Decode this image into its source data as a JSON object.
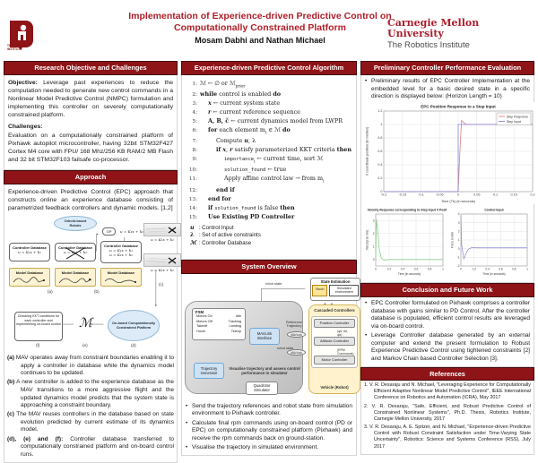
{
  "colors": {
    "bar": "#8e1418",
    "title": "#b01e28",
    "cmu": "#ac1e2d",
    "step_response": "#e08080",
    "step_input": "#8585d6",
    "velocity": "#8fce8f",
    "control": "#9595da"
  },
  "header": {
    "title_line1": "Implementation of Experience-driven Predictive Control on",
    "title_line2": "Computationally Constrained Platform",
    "authors": "Mosam Dabhi and Nathan Michael",
    "university": "Carnegie Mellon University",
    "institute": "The Robotics Institute",
    "logo_text": "THE ROBOTICS INSTITUTE"
  },
  "left": {
    "section1_title": "Research Objective and Challenges",
    "objective_label": "Objective:",
    "objective_text": "Leverage past experiences to reduce the computation needed to generate new control commands in a Nonlinear Model Predictive Control (NMPC) formulation and implementing this controller on severely computationally constrained platform.",
    "challenges_label": "Challenges:",
    "challenges_text": "Evaluation on a computationally constrained platform of Pixhawk autopilot microcontroller, having 32bit STM32F427 Cortex M4 core with FPU/ 168 Mhz/256 KB RAM/2 MB Flash and 32 bit STM32F103 failsafe co-processor.",
    "section2_title": "Approach",
    "approach_intro": "Experience-driven Predictive Control (EPC) approach that constructs online an experience database consisting of parametrized feedback controllers and dynamic models. [1,2]",
    "diagram": {
      "cloud_top": "Odroid-based Robots",
      "gp": "GP",
      "gp_eq": "u = K₂x + k₂",
      "controller_db": "Controller Database",
      "model_db": "Model Database",
      "eq_k1": "u = K₁x + k₁",
      "eq_k2": "u = K₂x + k₂",
      "eq_pair_1": "u = K₁x + k₁",
      "eq_pair_2": "u = K₂x + k₂",
      "kkt_text": "Checking KKT conditions for each controller and implementing on-board control",
      "m_symbol": "ℳ",
      "cloud_bottom": "On-board Computationally Constrained Platform",
      "label_a": "(a)",
      "label_b": "(b)",
      "label_c": "(c)",
      "label_d": "(d)",
      "label_e": "(e)",
      "label_f": "(f)"
    },
    "items": [
      {
        "label": "(a)",
        "text": "MAV operates away from constraint boundaries enabling it to apply a controller in database while the dynamics model continues to be updated."
      },
      {
        "label": "(b)",
        "text": "A new controller is added to the experience database as the MAV transitions to a more aggressive flight and the updated dynamics model predicts that the system state is approaching a constraint boundary."
      },
      {
        "label": "(c)",
        "text": "The MAV reuses controllers in the database based on state evolution predicted by current estimate of its dynamics model."
      },
      {
        "label": "(d), (e) and (f):",
        "text": "Controller database transferred to computationally constrained platform and on-board control runs."
      }
    ]
  },
  "middle": {
    "algo_title": "Experience-driven Predictive Control Algorithm",
    "algorithm": [
      {
        "num": "1:",
        "indent": 0,
        "parts": [
          {
            "t": "ℳ ← ∅ or ℳ"
          },
          {
            "t": "prior",
            "s": "sub"
          }
        ]
      },
      {
        "num": "2:",
        "indent": 0,
        "parts": [
          {
            "t": "while",
            "s": "b"
          },
          {
            "t": " control is enabled "
          },
          {
            "t": "do",
            "s": "b"
          }
        ]
      },
      {
        "num": "3:",
        "indent": 1,
        "parts": [
          {
            "t": "x",
            "s": "bi"
          },
          {
            "t": " ← current system state"
          }
        ]
      },
      {
        "num": "4:",
        "indent": 1,
        "parts": [
          {
            "t": "r",
            "s": "bi"
          },
          {
            "t": " ← current reference sequence"
          }
        ]
      },
      {
        "num": "5:",
        "indent": 1,
        "parts": [
          {
            "t": "A, B, c̃",
            "s": "b"
          },
          {
            "t": " ← current dynamics model from LWPR"
          }
        ]
      },
      {
        "num": "6:",
        "indent": 1,
        "parts": [
          {
            "t": "for",
            "s": "b"
          },
          {
            "t": " each element m"
          },
          {
            "t": "i",
            "s": "sub"
          },
          {
            "t": " ∈ ℳ "
          },
          {
            "t": "do",
            "s": "b"
          }
        ]
      },
      {
        "num": "7:",
        "indent": 2,
        "parts": [
          {
            "t": "Compute "
          },
          {
            "t": "u",
            "s": "bi"
          },
          {
            "t": ", λ"
          }
        ]
      },
      {
        "num": "8:",
        "indent": 2,
        "parts": [
          {
            "t": "if",
            "s": "b"
          },
          {
            "t": " "
          },
          {
            "t": "x",
            "s": "bi"
          },
          {
            "t": ", "
          },
          {
            "t": "r",
            "s": "bi"
          },
          {
            "t": " satisfy parameterized KKT criteria "
          },
          {
            "t": "then",
            "s": "b"
          }
        ]
      },
      {
        "num": "9:",
        "indent": 3,
        "parts": [
          {
            "t": "importance",
            "s": "tt"
          },
          {
            "t": "i",
            "s": "sub"
          },
          {
            "t": " ← current time, sort ℳ"
          }
        ]
      },
      {
        "num": "10:",
        "indent": 3,
        "parts": [
          {
            "t": "solution_found",
            "s": "tt"
          },
          {
            "t": " ← true"
          }
        ]
      },
      {
        "num": "11:",
        "indent": 3,
        "parts": [
          {
            "t": "Apply affine control law → from m"
          },
          {
            "t": "i",
            "s": "sub"
          }
        ]
      },
      {
        "num": "12:",
        "indent": 2,
        "parts": [
          {
            "t": "end if",
            "s": "b"
          }
        ]
      },
      {
        "num": "13:",
        "indent": 1,
        "parts": [
          {
            "t": "end for",
            "s": "b"
          }
        ]
      },
      {
        "num": "14:",
        "indent": 1,
        "parts": [
          {
            "t": "if",
            "s": "b"
          },
          {
            "t": " "
          },
          {
            "t": "solution_found",
            "s": "tt"
          },
          {
            "t": " is false "
          },
          {
            "t": "then",
            "s": "b"
          }
        ]
      },
      {
        "num": "15:",
        "indent": 1,
        "parts": [
          {
            "t": "Use Existing PD Controller",
            "s": "b"
          }
        ]
      }
    ],
    "legend": [
      {
        "sym": "u",
        "text": "Control Input"
      },
      {
        "sym": "λ",
        "text": "Set of active constraints"
      },
      {
        "sym": "ℳ",
        "text": "Controller Database"
      }
    ],
    "overview_title": "System Overview",
    "overview": {
      "fsm_title": "FSM",
      "fsm_states": [
        "Motors On",
        "Idle",
        "Motors Off",
        "Tracking",
        "Takeoff",
        "Landing",
        "Hover",
        "Teleop"
      ],
      "mavlink_interface": "MAVLink Interface",
      "trajectory_generator": "Trajectory Generator",
      "visualise_text": "Visualise trajectory and assess control performance in simulator",
      "quad_sim": "Quadrotor Simulator",
      "state_estimation": "State Estimation",
      "vicon": "Vicon",
      "sim_env": "Simulated environment",
      "cascaded_title": "Cascaded Controllers",
      "position_controller": "Position Controller",
      "attitude_label": "(φd, θd, ψd)",
      "attitude_controller": "Attitude Controller",
      "rpm_label": "(RPM Commands)",
      "motor_controller": "Motor Controller",
      "vehicle": "Vehicle (Robot)",
      "robot_state_1": "robot state",
      "robot_state_2": "robot state",
      "reference_trajectory": "Reference Trajectory",
      "mavlink_oval": "MAVLink"
    },
    "bullets": [
      "Send the trajectory references and robot state from simulation environment to Pixhawk controller.",
      "Calculate final rpm commands using on-board control (PD or EPC) on computationally constrained platform (Pixhawk) and receive the rpm commands back on ground-station.",
      "Visualise the trajectory in simulated environment."
    ]
  },
  "right": {
    "perf_title": "Preliminary Controller Performance Evaluation",
    "perf_bullet": "Preliminary results of EPC Controller Implementation at the embedded level for a basic desired state in a specific direction is displayed below: (Horizon Length = 10)",
    "conclusion_title": "Conclusion and Future Work",
    "conclusion_bullets": [
      "EPC Controller formulated on Pixhawk comprises a controller database with gains similar to PD Control. After the controller database is populated, efficient control results are leveraged via on-board control.",
      "Leverage Controller database generated by an external computer and extend the present formulation to Robust Experience Predictive Control using tightened constraints [2] and Markov Chain based Controller Selection [3]."
    ],
    "references_title": "References",
    "references": [
      "V. R. Desaraju and N. Michael, \"Leveraging Experience for Computationally Efficient Adaptive Nonlinear Model Predictive Control\", IEEE International Conference on Robotics and Automation (ICRA), May 2017",
      "V. R. Desaraju, \"Safe, Efficient, and Robust Predictive Control of Constrained Nonlinear Systems\", Ph.D. Thesis, Robotics Institute, Carnegie Mellon University, 2017",
      "V. R. Desaraju, A. E. Spitzer, and N. Michael, \"Experience-driven Predictive Control with Robust Constraint Satisfaction under Time-Varying State Uncertainty\", Robotics: Science and Systems Conference (RSS), July 2017"
    ]
  },
  "chart_data": [
    {
      "type": "line",
      "title": "EPC Position Response to a Step Input",
      "xlabel": "Time (Tk) (in seconds)",
      "ylabel": "X coordinate position (in metres)",
      "xlim": [
        -0.2,
        0.2
      ],
      "ylim": [
        0,
        1.2
      ],
      "xticks": [
        -0.2,
        -0.15,
        -0.1,
        -0.05,
        0,
        0.05,
        0.1,
        0.15,
        0.2
      ],
      "yticks": [
        0,
        0.2,
        0.4,
        0.6,
        0.8,
        1,
        1.2
      ],
      "grid": true,
      "legend": "top-right",
      "series": [
        {
          "name": "Step Response",
          "color": "#e08080",
          "x": [
            -0.2,
            0,
            0.004,
            0.009,
            0.014,
            0.022,
            0.035,
            0.2
          ],
          "y": [
            0,
            0,
            0.55,
            1.06,
            1.03,
            1.0,
            1.0,
            1.0
          ]
        },
        {
          "name": "Step Input",
          "color": "#8585d6",
          "x": [
            -0.2,
            0,
            0,
            0.2
          ],
          "y": [
            0,
            0,
            1,
            1
          ]
        }
      ]
    },
    {
      "type": "line",
      "title": "Velocity Response corresponding to Step Input X Position",
      "xlabel": "Time (in seconds)",
      "ylabel": "Velocity (in m/s)",
      "xlim": [
        0,
        1
      ],
      "ylim": [
        -0.5,
        3.5
      ],
      "xticks": [
        0,
        0.2,
        0.4,
        0.6,
        0.8,
        1
      ],
      "yticks": [
        0,
        1,
        2,
        3
      ],
      "grid": true,
      "series": [
        {
          "name": "Velocity",
          "color": "#8fce8f",
          "x": [
            0,
            0.01,
            0.03,
            0.05,
            0.08,
            0.12,
            0.2,
            1
          ],
          "y": [
            0,
            3.1,
            2.2,
            0.9,
            0.15,
            -0.05,
            0,
            0
          ]
        }
      ]
    },
    {
      "type": "line",
      "title": "Control Input",
      "xlabel": "Time (in seconds)",
      "ylabel": "Force in N/m",
      "xlim": [
        0,
        1
      ],
      "ylim": [
        -2,
        4
      ],
      "xticks": [
        0,
        0.2,
        0.4,
        0.6,
        0.8,
        1
      ],
      "yticks": [
        -2,
        -1,
        0,
        1,
        2,
        3,
        4
      ],
      "grid": true,
      "series": [
        {
          "name": "Control Input",
          "color": "#9595da",
          "x": [
            0,
            0.012,
            0.045,
            0.075,
            0.11,
            0.16,
            0.25,
            1
          ],
          "y": [
            3.8,
            0.4,
            -1.2,
            -0.55,
            -0.1,
            0.12,
            0.1,
            0.1
          ]
        }
      ]
    }
  ]
}
